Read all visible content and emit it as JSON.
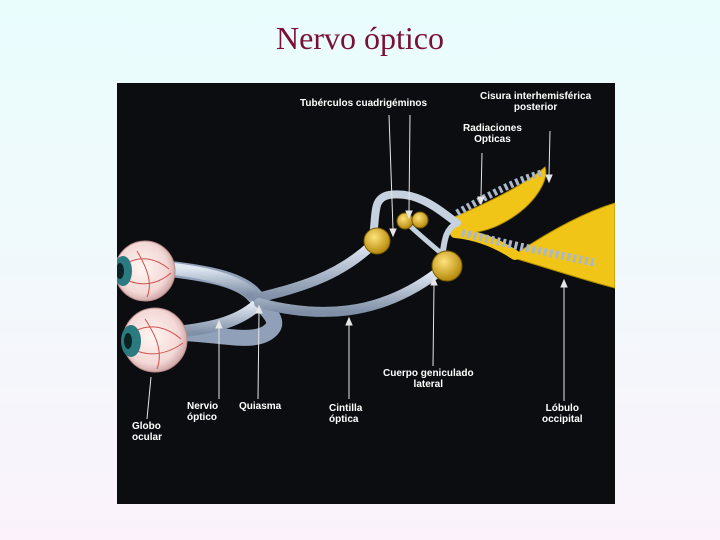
{
  "title": "Nervo óptico",
  "diagram": {
    "labels": {
      "tuberculos": "Tubérculos cuadrigéminos",
      "cisura_l1": "Cisura interhemisférica",
      "cisura_l2": "posterior",
      "radiaciones_l1": "Radiaciones",
      "radiaciones_l2": "Opticas",
      "cuerpo_l1": "Cuerpo geniculado",
      "cuerpo_l2": "lateral",
      "lobulo_l1": "Lóbulo",
      "lobulo_l2": "occipital",
      "globo_l1": "Globo",
      "globo_l2": "ocular",
      "nervio_l1": "Nervio",
      "nervio_l2": "óptico",
      "quiasma": "Quiasma",
      "cintilla_l1": "Cintilla",
      "cintilla_l2": "óptica"
    },
    "colors": {
      "background": "#0b0d10",
      "nerve": "#aab8cc",
      "nucleus": "#e0b21c",
      "occipital": "#f0c518",
      "iris": "#2a7a80",
      "label": "#ffffff",
      "title": "#7a1035"
    }
  }
}
